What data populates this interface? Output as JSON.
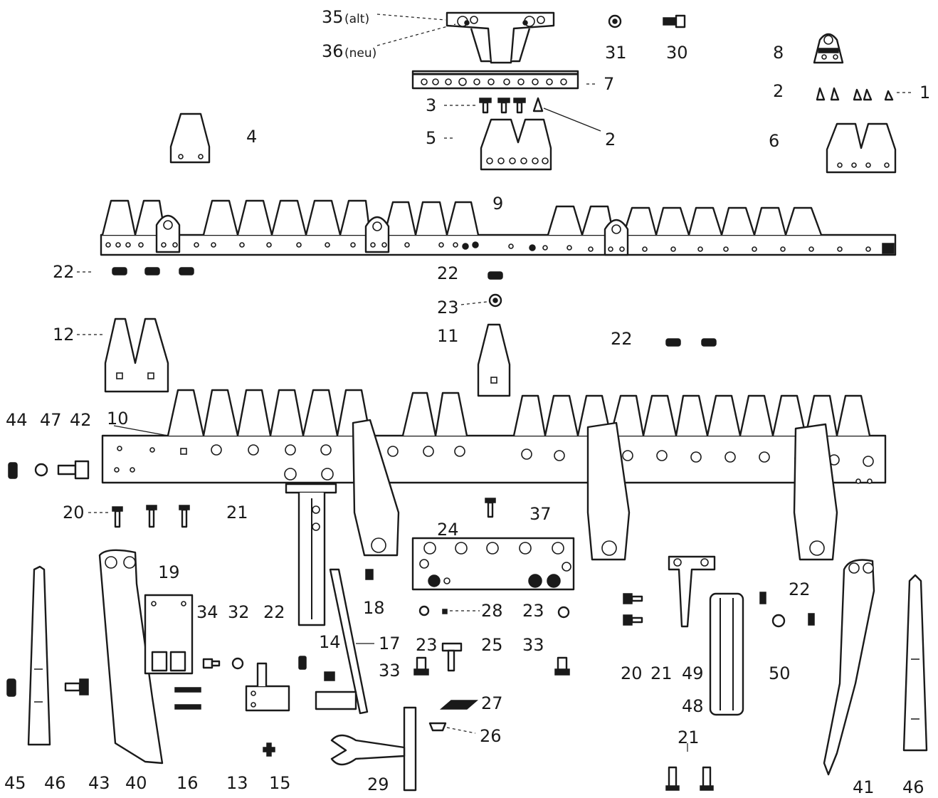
{
  "diagram": {
    "type": "exploded parts drawing",
    "subject": "mower cutter bar assembly",
    "ink_color": "#1a1a1a",
    "background_color": "#ffffff"
  },
  "labels": {
    "n35": "35",
    "n35_note": "(alt)",
    "n36": "36",
    "n36_note": "(neu)",
    "n31": "31",
    "n30": "30",
    "n8": "8",
    "n7": "7",
    "n2_right": "2",
    "n1": "1",
    "n3": "3",
    "n2_mid": "2",
    "n4": "4",
    "n5": "5",
    "n6": "6",
    "n9": "9",
    "n22_left": "22",
    "n22_center": "22",
    "n23_center": "23",
    "n11": "11",
    "n12": "12",
    "n22_right": "22",
    "n44": "44",
    "n47": "47",
    "n42": "42",
    "n10": "10",
    "n20_left": "20",
    "n21_left": "21",
    "n24": "24",
    "n37": "37",
    "n19": "19",
    "n18": "18",
    "n22_lowright": "22",
    "n34": "34",
    "n32": "32",
    "n22_low": "22",
    "n28": "28",
    "n23_low_left": "23",
    "n23_low_right": "23",
    "n14": "14",
    "n17": "17",
    "n25": "25",
    "n33_left": "33",
    "n33_right": "33",
    "n20_right": "20",
    "n21_right": "21",
    "n49": "49",
    "n50": "50",
    "n48": "48",
    "n27": "27",
    "n26": "26",
    "n21_bottom": "21",
    "n45": "45",
    "n46_left": "46",
    "n43": "43",
    "n40": "40",
    "n16": "16",
    "n13": "13",
    "n15": "15",
    "n29": "29",
    "n41": "41",
    "n46_right": "46"
  }
}
